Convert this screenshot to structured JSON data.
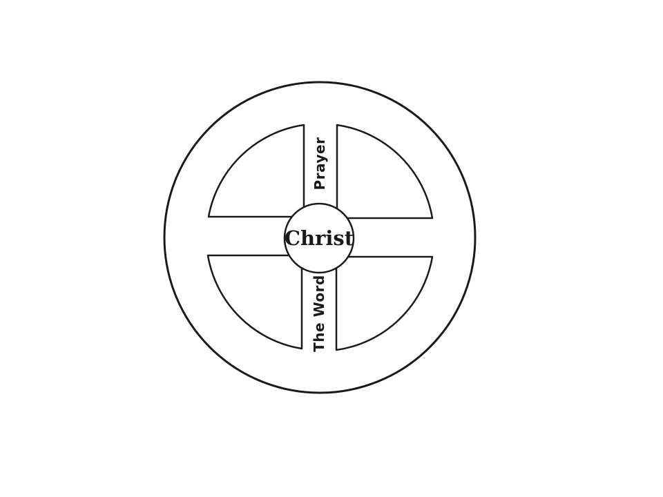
{
  "diagram": {
    "hub_label": "Christ",
    "spoke_top_label": "Prayer",
    "spoke_bottom_label": "The Word",
    "colors": {
      "stroke": "#1a1a1a",
      "fill": "#ffffff",
      "background": "#ffffff"
    }
  }
}
